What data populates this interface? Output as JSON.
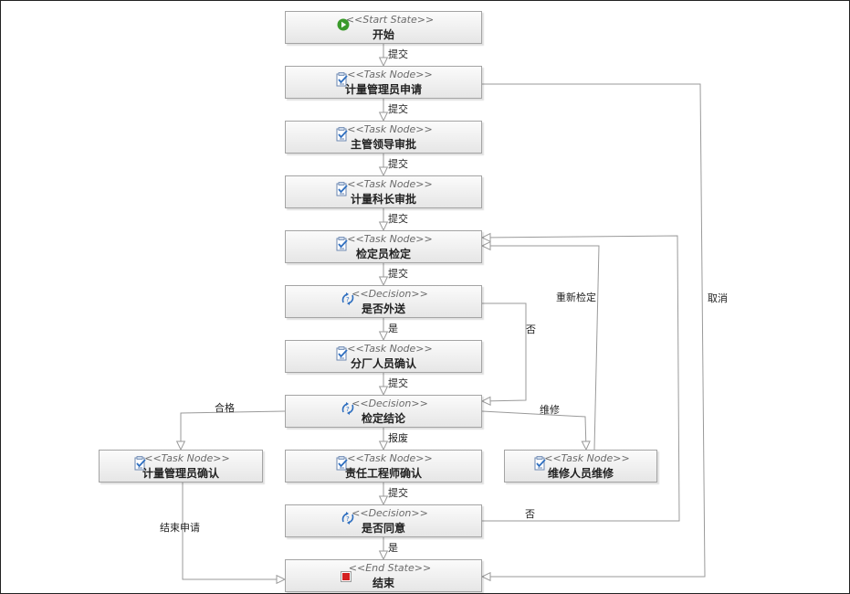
{
  "nodes": {
    "start": {
      "stereotype": "<<Start State>>",
      "title": "开始",
      "icon": "play-icon"
    },
    "apply": {
      "stereotype": "<<Task Node>>",
      "title": "计量管理员申请",
      "icon": "task-icon"
    },
    "lead": {
      "stereotype": "<<Task Node>>",
      "title": "主管领导审批",
      "icon": "task-icon"
    },
    "chief": {
      "stereotype": "<<Task Node>>",
      "title": "计量科长审批",
      "icon": "task-icon"
    },
    "verify": {
      "stereotype": "<<Task Node>>",
      "title": "检定员检定",
      "icon": "task-icon"
    },
    "send": {
      "stereotype": "<<Decision>>",
      "title": "是否外送",
      "icon": "decision-icon"
    },
    "branch": {
      "stereotype": "<<Task Node>>",
      "title": "分厂人员确认",
      "icon": "task-icon"
    },
    "result": {
      "stereotype": "<<Decision>>",
      "title": "检定结论",
      "icon": "decision-icon"
    },
    "admin": {
      "stereotype": "<<Task Node>>",
      "title": "计量管理员确认",
      "icon": "task-icon"
    },
    "eng": {
      "stereotype": "<<Task Node>>",
      "title": "责任工程师确认",
      "icon": "task-icon"
    },
    "repair": {
      "stereotype": "<<Task Node>>",
      "title": "维修人员维修",
      "icon": "task-icon"
    },
    "agree": {
      "stereotype": "<<Decision>>",
      "title": "是否同意",
      "icon": "decision-icon"
    },
    "end": {
      "stereotype": "<<End State>>",
      "title": "结束",
      "icon": "stop-icon"
    }
  },
  "edges": {
    "submit1": "提交",
    "submit2": "提交",
    "submit3": "提交",
    "submit4": "提交",
    "submit5": "提交",
    "yes1": "是",
    "submit6": "提交",
    "scrap": "报废",
    "submit7": "提交",
    "yes2": "是",
    "pass": "合格",
    "repair": "维修",
    "no1": "否",
    "reverify": "重新检定",
    "cancel": "取消",
    "no2": "否",
    "finish": "结束申请"
  },
  "colors": {
    "border": "#a4a4a4",
    "line": "#9a9a9a",
    "start_icon": "#3a9a2a",
    "end_icon": "#d42020",
    "task_icon": "#2f6fc0"
  }
}
